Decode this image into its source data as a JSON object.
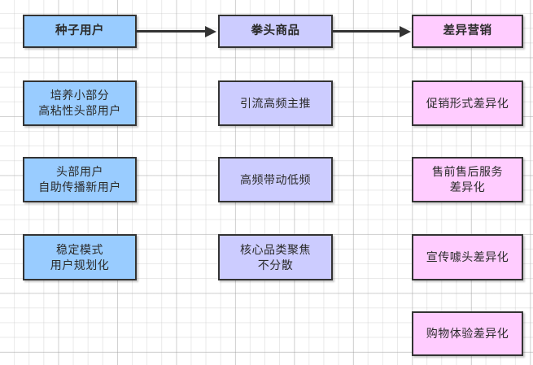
{
  "diagram": {
    "title": "",
    "background": "grid-paper",
    "colors": {
      "seed_column": "#99CCFF",
      "product_column": "#CCCCFF",
      "marketing_column": "#FFCCFF",
      "border": "#333333",
      "grid_minor": "#C8C8C8",
      "grid_major": "#969696"
    },
    "columns": [
      {
        "key": "seed",
        "color_class": "col-seed",
        "header": {
          "label": "种子用户"
        },
        "items": [
          {
            "label": "培养小部分\n高粘性头部用户"
          },
          {
            "label": "头部用户\n自助传播新用户"
          },
          {
            "label": "稳定模式\n用户规划化"
          }
        ]
      },
      {
        "key": "product",
        "color_class": "col-prod",
        "header": {
          "label": "拳头商品"
        },
        "items": [
          {
            "label": "引流高频主推"
          },
          {
            "label": "高频带动低频"
          },
          {
            "label": "核心品类聚焦\n不分散"
          }
        ]
      },
      {
        "key": "marketing",
        "color_class": "col-mkt",
        "header": {
          "label": "差异营销"
        },
        "items": [
          {
            "label": "促销形式差异化"
          },
          {
            "label": "售前售后服务\n差异化"
          },
          {
            "label": "宣传噱头差异化"
          },
          {
            "label": "购物体验差异化"
          }
        ]
      }
    ],
    "edges": [
      {
        "from": "种子用户",
        "to": "拳头商品",
        "arrow": "right-arrow"
      },
      {
        "from": "拳头商品",
        "to": "差异营销",
        "arrow": "right-arrow"
      }
    ]
  }
}
